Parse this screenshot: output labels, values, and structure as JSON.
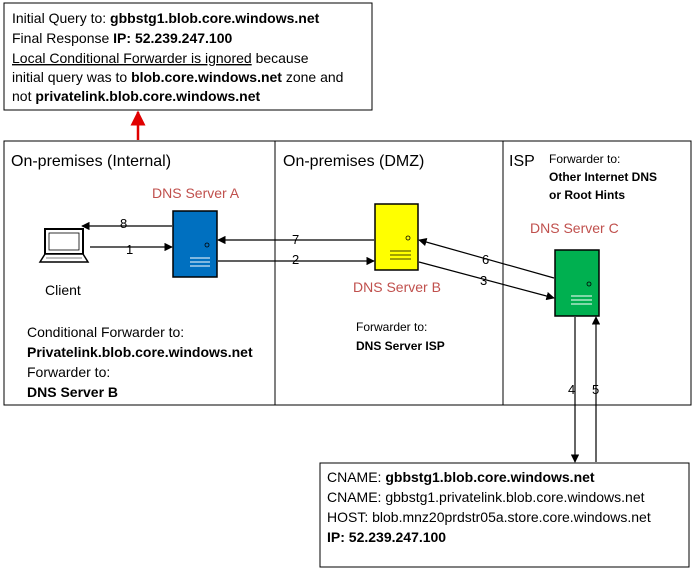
{
  "top_note": {
    "l1_a": "Initial Query to: ",
    "l1_b": "gbbstg1.blob.core.windows.net",
    "l2_a": "Final Response ",
    "l2_b": "IP: 52.239.247.100",
    "l3_a": "Local Conditional Forwarder is ignored",
    "l3_b": " because",
    "l4_a": "initial query was to ",
    "l4_b": "blob.core.windows.net",
    "l4_c": " zone and",
    "l5_a": "not ",
    "l5_b": "privatelink.blob.core.windows.net"
  },
  "zones": {
    "internal_title": "On-premises (Internal)",
    "dmz_title": "On-premises (DMZ)",
    "isp_title": "ISP"
  },
  "isp_forwarder": {
    "label": "Forwarder to:",
    "line1": "Other Internet DNS",
    "line2": "or Root Hints"
  },
  "nodes": {
    "client": "Client",
    "server_a": "DNS Server A",
    "server_b": "DNS Server B",
    "server_c": "DNS Server C"
  },
  "internal_config": {
    "cond_label": "Conditional Forwarder to:",
    "cond_value": "Privatelink.blob.core.windows.net",
    "fwd_label": "Forwarder to:",
    "fwd_value": "DNS Server B"
  },
  "dmz_config": {
    "fwd_label": "Forwarder to:",
    "fwd_value": "DNS Server ISP"
  },
  "steps": [
    "1",
    "2",
    "3",
    "4",
    "5",
    "6",
    "7",
    "8"
  ],
  "result_note": {
    "l1_a": "CNAME: ",
    "l1_b": "gbbstg1.blob.core.windows.net",
    "l2": "CNAME: gbbstg1.privatelink.blob.core.windows.net",
    "l3": "HOST: blob.mnz20prdstr05a.store.core.windows.net",
    "l4_a": "IP: ",
    "l4_b": "52.239.247.100"
  },
  "colors": {
    "server_a": "#0070C0",
    "server_b": "#FFFF00",
    "server_c": "#00B050",
    "server_label": "#C0504D",
    "up_arrow": "#E00000"
  }
}
